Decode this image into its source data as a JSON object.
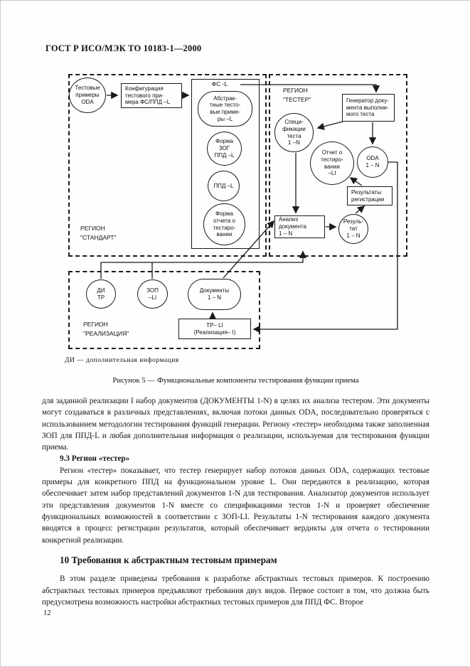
{
  "header": {
    "title": "ГОСТ Р ИСО/МЭК ТО 10183-1—2000"
  },
  "figure": {
    "regions": {
      "standard": "РЕГИОН\n\"СТАНДАРТ\"",
      "tester": "РЕГИОН\n\"ТЕСТЕР\"",
      "realization": "РЕГИОН\n\"РЕАЛИЗАЦИЯ\""
    },
    "nodes": {
      "test_examples": "Тестовые\nпримеры\nODA",
      "config": "Конфигурация\nтестового при-\nмера ФС/ППД –L",
      "fs_l": "ФС -L",
      "abstract_tests": "Абстрак-\nтные тесто-\nвые приме-\nры –L",
      "form_zog": "Форма\nЗОГ\nППД –L",
      "ppd": "ППД –L",
      "form_report": "Форма\nотчета о\nтестиро-\nвании",
      "generator": "Генератор доку-\nмента выполни-\nмого теста",
      "spec": "Специ-\nфикации\nтеста\n1 –N",
      "report": "Отчет о\nтестиро-\nвании\n–LI",
      "oda": "ODA\n1 – N",
      "results_reg": "Результаты\nрегистрации",
      "result": "Резуль-\nтат\n1 – N",
      "analysis": "Анализ\nдокумента\n1 – N",
      "di_tr": "ДИ\nТР",
      "zop": "ЗОП\n–LI",
      "documents": "Документы\n1 – N",
      "tr_li": "ТР– LI\n(Реализация– I)"
    },
    "note": "ДИ — дополнительная информация",
    "caption": "Рисунок 5 — Функциональные компоненты тестирования функции приема"
  },
  "body": {
    "para1": "для заданной реализации I набор документов (ДОКУМЕНТЫ 1-N) в целях их анализа тестером. Эти документы могут создаваться в различных представлениях, включая потоки данных ODA, последовательно проверяться с использованием методологии тестирования функций генерации. Региону «тестер» необходима также заполненная ЗОП для ППД-L и любая дополнительная информация о реализации, используемая для тестирования функции приема.",
    "heading_9_3": "9.3 Регион «тестер»",
    "para2": "Регион «тестер» показывает, что тестер генерирует набор потоков данных ODA, содержащих тестовые примеры для конкретного ППД на функциональном уровне L. Они передаются в реализацию, которая обеспечивает затем набор представлений документов 1-N для тестирования. Анализатор документов использует эти представления документов 1-N вместе со спецификациями тестов 1-N и проверяет обеспечение функциональных возможностей в соответствии с ЗОП-LI. Результаты 1-N тестирования каждого документа вводятся в процесс регистрации результатов, который обеспечивает вердикты для отчета о тестировании конкретной реализации.",
    "heading_10": "10 Требования к абстрактным тестовым примерам",
    "para3": "В этом разделе приведены требования к разработке абстрактных тестовых примеров. К построению абстрактных тестовых примеров предъявляют требования двух видов. Первое состоит в том, что должна быть предусмотрена возможность настройки абстрактных тестовых примеров для ППД ФС. Второе",
    "page_number": "12"
  }
}
